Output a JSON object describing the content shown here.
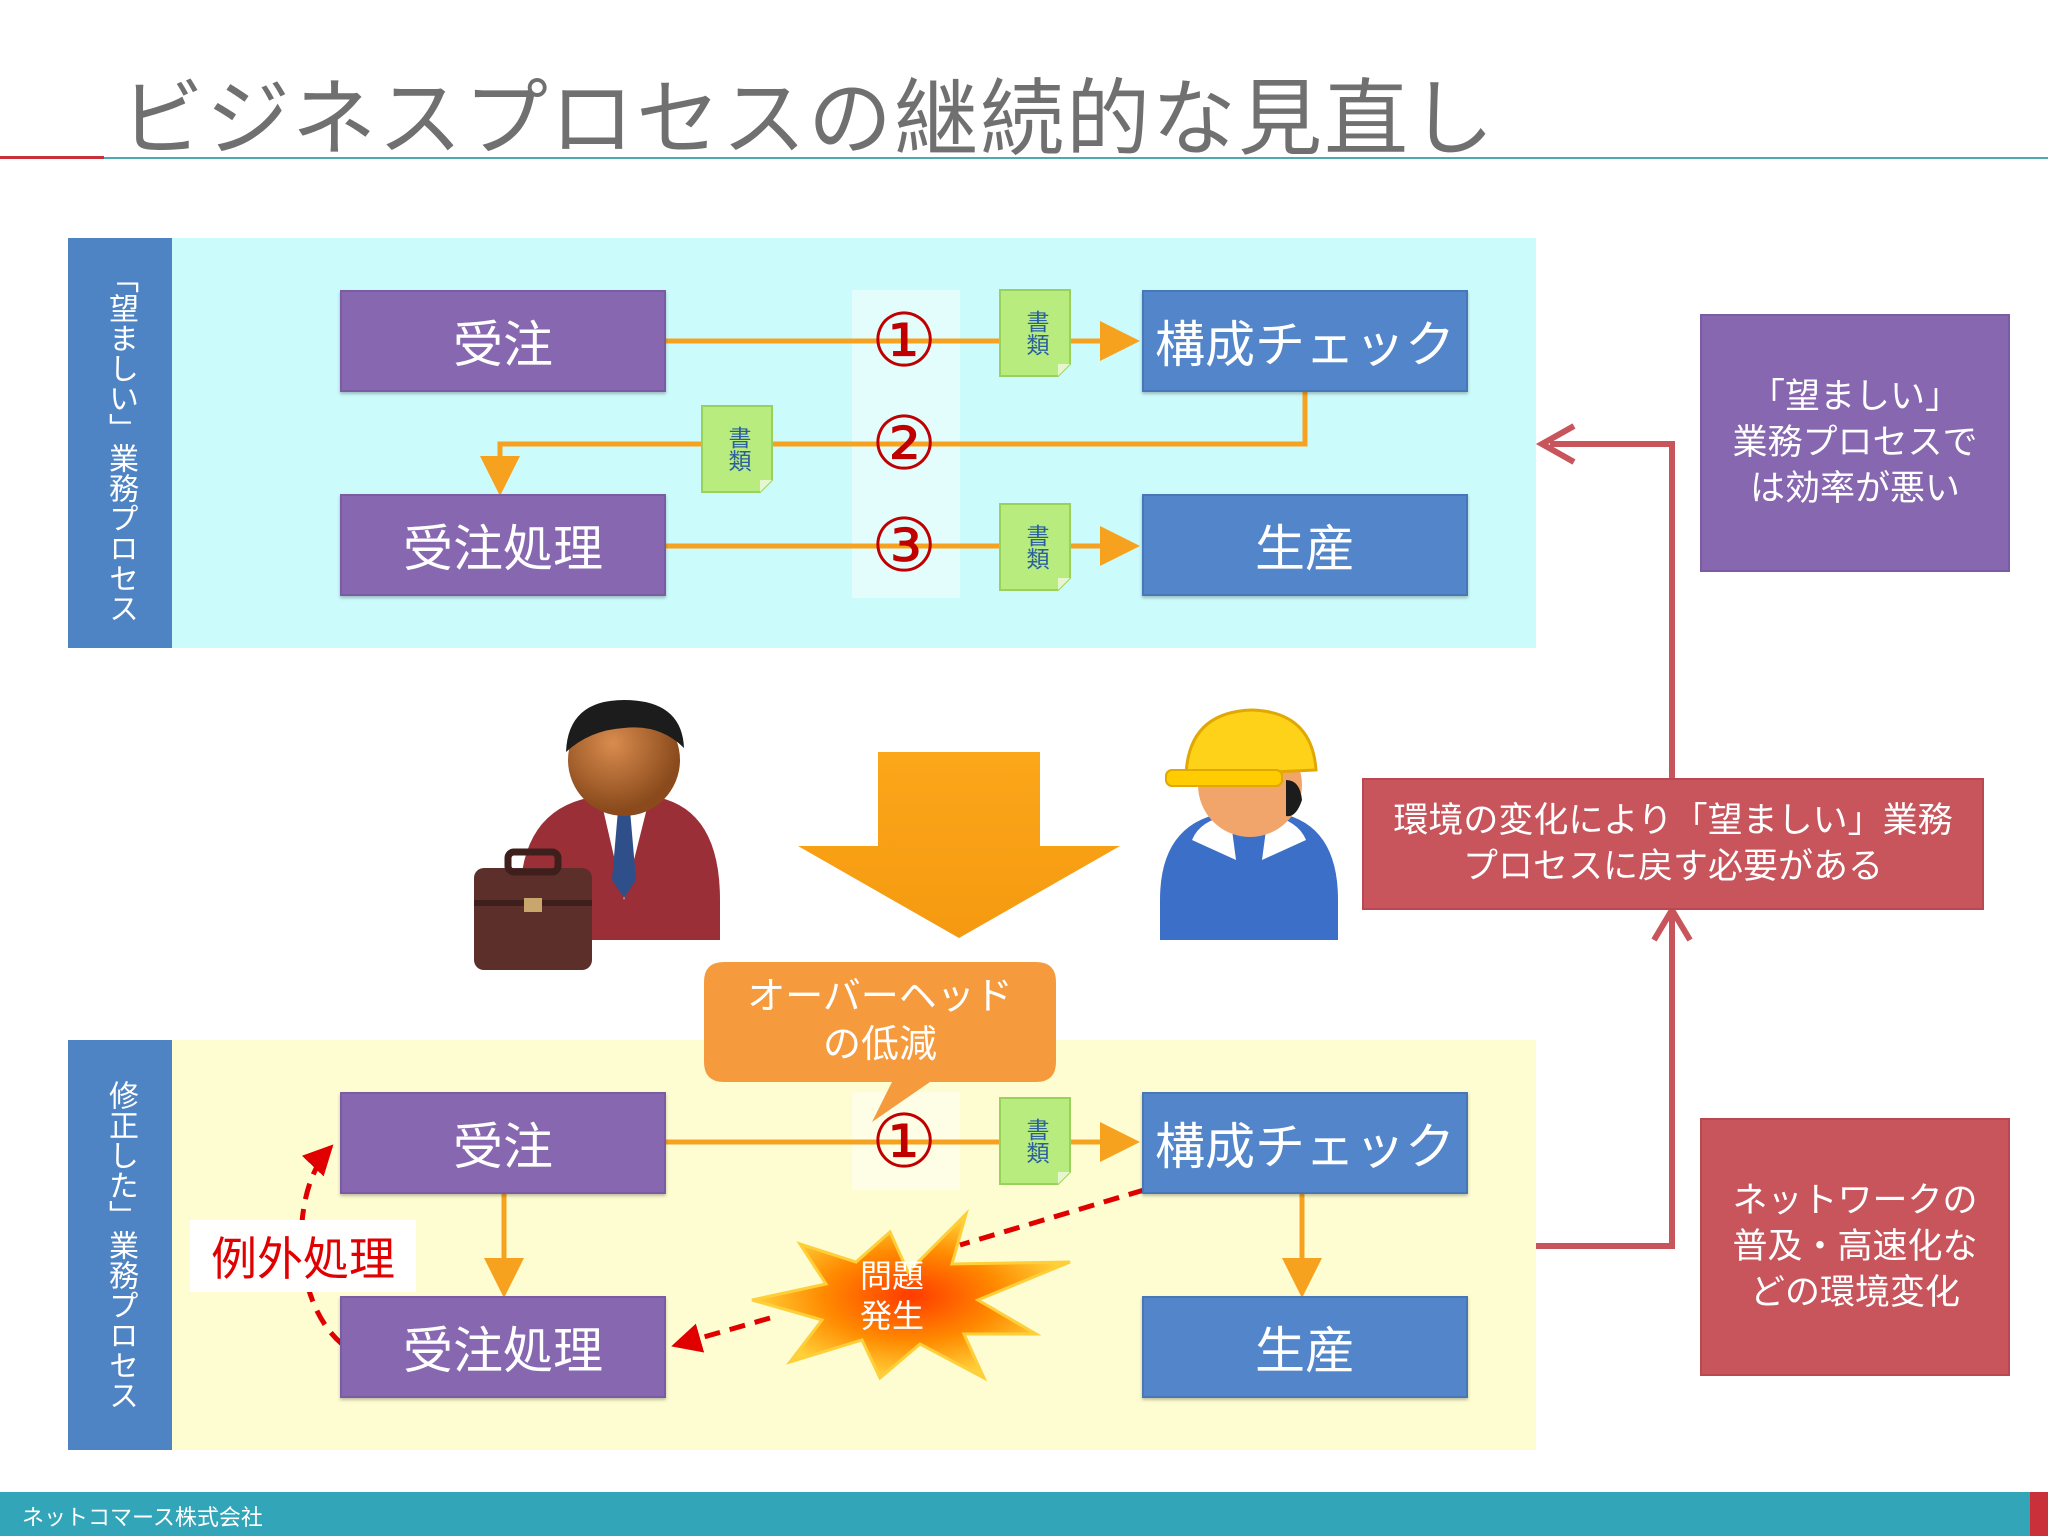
{
  "title": "ビジネスプロセスの継続的な見直し",
  "top_panel": {
    "side_label": "「望ましい」業務プロセス",
    "order_box": "受注",
    "check_box": "構成チェック",
    "processing_box": "受注処理",
    "production_box": "生産",
    "steps": [
      "①",
      "②",
      "③"
    ],
    "doc_label": "書類"
  },
  "bottom_panel": {
    "side_label": "修正した」業務プロセス",
    "order_box": "受注",
    "check_box": "構成チェック",
    "processing_box": "受注処理",
    "production_box": "生産",
    "step": "①",
    "doc_label": "書類",
    "exception_label": "例外処理",
    "problem_label": "問題\n発生"
  },
  "callout": "オーバーヘッド\nの低減",
  "notes": {
    "inefficient": "「望ましい」\n業務プロセスで\nは効率が悪い",
    "need_return": "環境の変化により「望ましい」業務\nプロセスに戻す必要がある",
    "environment": "ネットワークの\n普及・高速化な\nどの環境変化"
  },
  "footer": "ネットコマース株式会社",
  "icons": [
    "businessman-icon",
    "worker-icon",
    "big-down-arrow-icon",
    "burst-icon",
    "document-icon"
  ],
  "colors": {
    "purple": "#8767b0",
    "blue": "#5285c9",
    "orange": "#f6a21f",
    "red_note": "#c8555c",
    "red_text": "#c00000",
    "cyan_panel": "#ccfbfc",
    "yellow_panel": "#fefdd2",
    "teal_footer": "#32a6b8"
  }
}
